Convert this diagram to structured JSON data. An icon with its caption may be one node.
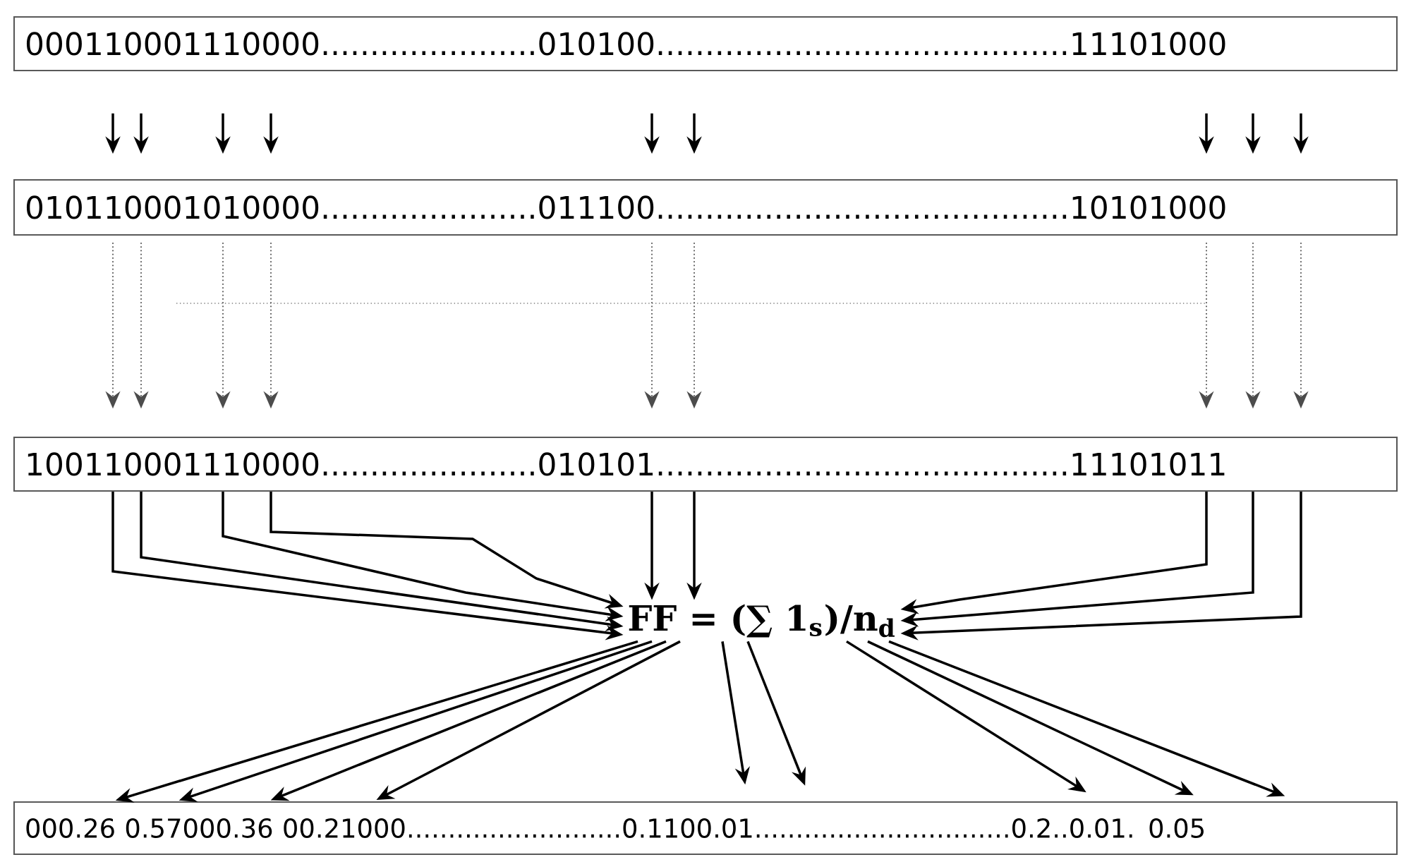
{
  "diagram": {
    "nodes": [
      {
        "text": [
          "000110001110000......................010100..........................................11101000"
        ]
      },
      {
        "text": [
          "010110001010000......................011100..........................................10101000"
        ]
      },
      {
        "text": [
          "100110001110000......................010101..........................................11101011"
        ]
      },
      {
        "text": [
          "FF = (∑ 1$_{s}$)/n$_{d}$"
        ]
      },
      {
        "text": [
          "000.26 0.57000.36 00.21000..........................0.1100.01...............................0.2..0.01. 0.05"
        ]
      }
    ],
    "edges": [
      {
        "from": 0,
        "to": 1,
        "arrow": "to"
      },
      {
        "from": 0,
        "to": 1,
        "arrow": "to"
      },
      {
        "from": 0,
        "to": 1,
        "arrow": "to"
      },
      {
        "from": 0,
        "to": 1,
        "arrow": "to"
      },
      {
        "from": 0,
        "to": 1,
        "arrow": "to"
      },
      {
        "from": 0,
        "to": 1,
        "arrow": "to"
      },
      {
        "from": 0,
        "to": 1,
        "arrow": "to"
      },
      {
        "from": 0,
        "to": 1,
        "arrow": "to"
      },
      {
        "from": 0,
        "to": 1,
        "arrow": "to"
      },
      {
        "from": 1,
        "to": 2,
        "arrow": "to",
        "style": "dashed"
      },
      {
        "from": 1,
        "to": 2,
        "arrow": "to",
        "style": "dashed"
      },
      {
        "from": 1,
        "to": 2,
        "arrow": "to",
        "style": "dashed"
      },
      {
        "from": 1,
        "to": 2,
        "arrow": "to",
        "style": "dashed"
      },
      {
        "from": 1,
        "to": 2,
        "arrow": "to",
        "style": "dashed"
      },
      {
        "from": 1,
        "to": 2,
        "arrow": "to",
        "style": "dashed"
      },
      {
        "from": 1,
        "to": 2,
        "arrow": "to",
        "style": "dashed"
      },
      {
        "from": 1,
        "to": 2,
        "arrow": "to",
        "style": "dashed"
      },
      {
        "from": 1,
        "to": 2,
        "arrow": "to",
        "style": "dashed"
      },
      {
        "from": 2,
        "to": 3,
        "arrow": "to"
      },
      {
        "from": 2,
        "to": 3,
        "arrow": "to"
      },
      {
        "from": 2,
        "to": 3,
        "arrow": "to"
      },
      {
        "from": 2,
        "to": 3,
        "arrow": "to"
      },
      {
        "from": 2,
        "to": 3,
        "arrow": "to"
      },
      {
        "from": 2,
        "to": 3,
        "arrow": "to"
      },
      {
        "from": 2,
        "to": 3,
        "arrow": "to"
      },
      {
        "from": 2,
        "to": 3,
        "arrow": "to"
      },
      {
        "from": 2,
        "to": 3,
        "arrow": "to"
      },
      {
        "from": 3,
        "to": 4,
        "arrow": "to"
      },
      {
        "from": 3,
        "to": 4,
        "arrow": "to"
      },
      {
        "from": 3,
        "to": 4,
        "arrow": "to"
      },
      {
        "from": 3,
        "to": 4,
        "arrow": "to"
      },
      {
        "from": 3,
        "to": 4,
        "arrow": "to"
      },
      {
        "from": 3,
        "to": 4,
        "arrow": "to"
      },
      {
        "from": 3,
        "to": 4,
        "arrow": "to"
      },
      {
        "from": 3,
        "to": 4,
        "arrow": "to"
      },
      {
        "from": 3,
        "to": 4,
        "arrow": "to"
      }
    ]
  }
}
